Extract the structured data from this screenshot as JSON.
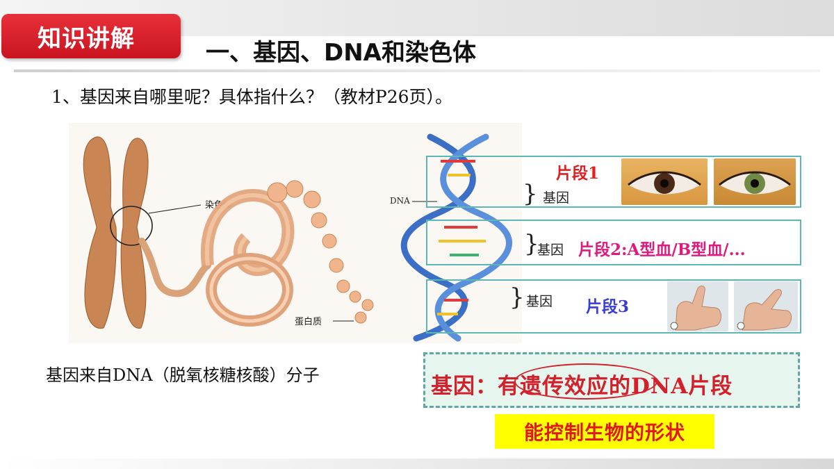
{
  "header": {
    "badge": "知识讲解",
    "title": "一、基因、DNA和染色体"
  },
  "question": "1、基因来自哪里呢？具体指什么？（教材P26页）。",
  "figure": {
    "label_chromosome": "染色体",
    "label_dna": "DNA",
    "label_protein": "蛋白质"
  },
  "segments": [
    {
      "brace": "}",
      "gene": "基因",
      "label": "片段1",
      "color": "#e02020"
    },
    {
      "brace": "}",
      "gene": "基因",
      "label": "片段2:A型血/B型血/...",
      "color": "#e0197d"
    },
    {
      "brace": "}",
      "gene": "基因",
      "label": "片段3",
      "color": "#3b3bd6"
    }
  ],
  "caption": "基因来自DNA（脱氧核糖核酸）分子",
  "definition": "基因：有遗传效应的DNA片段",
  "highlight": "能控制生物的形状"
}
